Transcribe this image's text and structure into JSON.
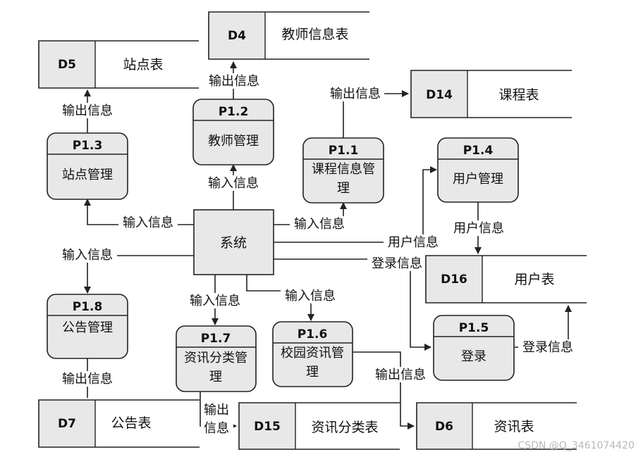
{
  "system": {
    "label": "系统"
  },
  "processes": [
    {
      "key": "p1_1",
      "id": "P1.1",
      "lines": [
        "课程信息管",
        "理"
      ]
    },
    {
      "key": "p1_2",
      "id": "P1.2",
      "lines": [
        "教师管理"
      ]
    },
    {
      "key": "p1_3",
      "id": "P1.3",
      "lines": [
        "站点管理"
      ]
    },
    {
      "key": "p1_4",
      "id": "P1.4",
      "lines": [
        "用户管理"
      ]
    },
    {
      "key": "p1_5",
      "id": "P1.5",
      "lines": [
        "登录"
      ]
    },
    {
      "key": "p1_6",
      "id": "P1.6",
      "lines": [
        "校园资讯管",
        "理"
      ]
    },
    {
      "key": "p1_7",
      "id": "P1.7",
      "lines": [
        "资讯分类管",
        "理"
      ]
    },
    {
      "key": "p1_8",
      "id": "P1.8",
      "lines": [
        "公告管理"
      ]
    }
  ],
  "stores": [
    {
      "key": "d4",
      "id": "D4",
      "name": "教师信息表"
    },
    {
      "key": "d5",
      "id": "D5",
      "name": "站点表"
    },
    {
      "key": "d14",
      "id": "D14",
      "name": "课程表"
    },
    {
      "key": "d16",
      "id": "D16",
      "name": "用户表"
    },
    {
      "key": "d7",
      "id": "D7",
      "name": "公告表"
    },
    {
      "key": "d15",
      "id": "D15",
      "name": "资讯分类表"
    },
    {
      "key": "d6",
      "id": "D6",
      "name": "资讯表"
    }
  ],
  "flow_labels": [
    {
      "key": "p12_to_d4",
      "text": "输出信息"
    },
    {
      "key": "p13_to_d5",
      "text": "输出信息"
    },
    {
      "key": "p11_to_d14",
      "text": "输出信息"
    },
    {
      "key": "sys_to_p12",
      "text": "输入信息"
    },
    {
      "key": "sys_to_p13",
      "text": "输入信息"
    },
    {
      "key": "sys_to_p11",
      "text": "输入信息"
    },
    {
      "key": "sys_to_p14",
      "text": "用户信息"
    },
    {
      "key": "p14_to_d16",
      "text": "用户信息"
    },
    {
      "key": "sys_to_p15",
      "text": "登录信息"
    },
    {
      "key": "p15_to_d16",
      "text": "登录信息"
    },
    {
      "key": "sys_to_p18",
      "text": "输入信息"
    },
    {
      "key": "sys_to_p17",
      "text": "输入信息"
    },
    {
      "key": "sys_to_p16",
      "text": "输入信息"
    },
    {
      "key": "p18_to_d7",
      "text": "输出信息"
    },
    {
      "key": "p17_to_d15_a",
      "text": "输出"
    },
    {
      "key": "p17_to_d15_b",
      "text": "信息"
    },
    {
      "key": "p16_to_d6",
      "text": "输出信息"
    }
  ],
  "watermark": "CSDN @Q_3461074420"
}
